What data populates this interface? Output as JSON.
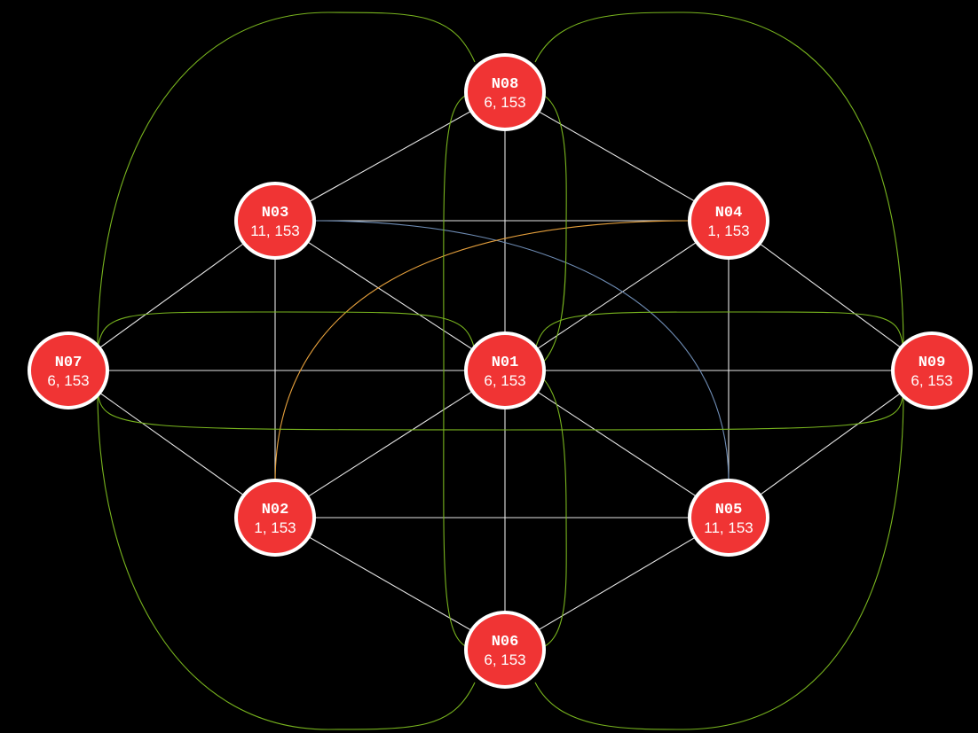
{
  "colors": {
    "background": "#000000",
    "node_fill": "#f03434",
    "node_stroke": "#ffffff",
    "label": "#ffffff",
    "edge_white": "#e6e6e6",
    "edge_green": "#78b41e",
    "edge_orange": "#e6a03c",
    "edge_blue": "#6e8cb4"
  },
  "nodes": [
    {
      "id": "N01",
      "value": "6, 153"
    },
    {
      "id": "N02",
      "value": "1, 153"
    },
    {
      "id": "N03",
      "value": "11, 153"
    },
    {
      "id": "N04",
      "value": "1, 153"
    },
    {
      "id": "N05",
      "value": "11, 153"
    },
    {
      "id": "N06",
      "value": "6, 153"
    },
    {
      "id": "N07",
      "value": "6, 153"
    },
    {
      "id": "N08",
      "value": "6, 153"
    },
    {
      "id": "N09",
      "value": "6, 153"
    }
  ],
  "edges": [
    {
      "from": "N08",
      "to": "N03",
      "color": "white"
    },
    {
      "from": "N08",
      "to": "N04",
      "color": "white"
    },
    {
      "from": "N08",
      "to": "N01",
      "color": "white"
    },
    {
      "from": "N03",
      "to": "N04",
      "color": "white"
    },
    {
      "from": "N03",
      "to": "N07",
      "color": "white"
    },
    {
      "from": "N03",
      "to": "N02",
      "color": "white"
    },
    {
      "from": "N03",
      "to": "N01",
      "color": "white"
    },
    {
      "from": "N04",
      "to": "N01",
      "color": "white"
    },
    {
      "from": "N04",
      "to": "N05",
      "color": "white"
    },
    {
      "from": "N04",
      "to": "N09",
      "color": "white"
    },
    {
      "from": "N07",
      "to": "N01",
      "color": "white"
    },
    {
      "from": "N07",
      "to": "N02",
      "color": "white"
    },
    {
      "from": "N01",
      "to": "N09",
      "color": "white"
    },
    {
      "from": "N01",
      "to": "N02",
      "color": "white"
    },
    {
      "from": "N01",
      "to": "N05",
      "color": "white"
    },
    {
      "from": "N01",
      "to": "N06",
      "color": "white"
    },
    {
      "from": "N09",
      "to": "N05",
      "color": "white"
    },
    {
      "from": "N02",
      "to": "N05",
      "color": "white"
    },
    {
      "from": "N02",
      "to": "N06",
      "color": "white"
    },
    {
      "from": "N05",
      "to": "N06",
      "color": "white"
    },
    {
      "from": "N03",
      "to": "N05",
      "color": "blue"
    },
    {
      "from": "N04",
      "to": "N02",
      "color": "orange"
    },
    {
      "from": "N07",
      "to": "N08",
      "color": "green"
    },
    {
      "from": "N08",
      "to": "N09",
      "color": "green"
    },
    {
      "from": "N07",
      "to": "N06",
      "color": "green"
    },
    {
      "from": "N06",
      "to": "N09",
      "color": "green"
    },
    {
      "from": "N07",
      "to": "N01",
      "color": "green"
    },
    {
      "from": "N01",
      "to": "N09",
      "color": "green"
    },
    {
      "from": "N07",
      "to": "N09",
      "color": "green"
    },
    {
      "from": "N08",
      "to": "N06",
      "color": "green"
    },
    {
      "from": "N08",
      "to": "N01",
      "color": "green"
    },
    {
      "from": "N01",
      "to": "N06",
      "color": "green"
    }
  ]
}
